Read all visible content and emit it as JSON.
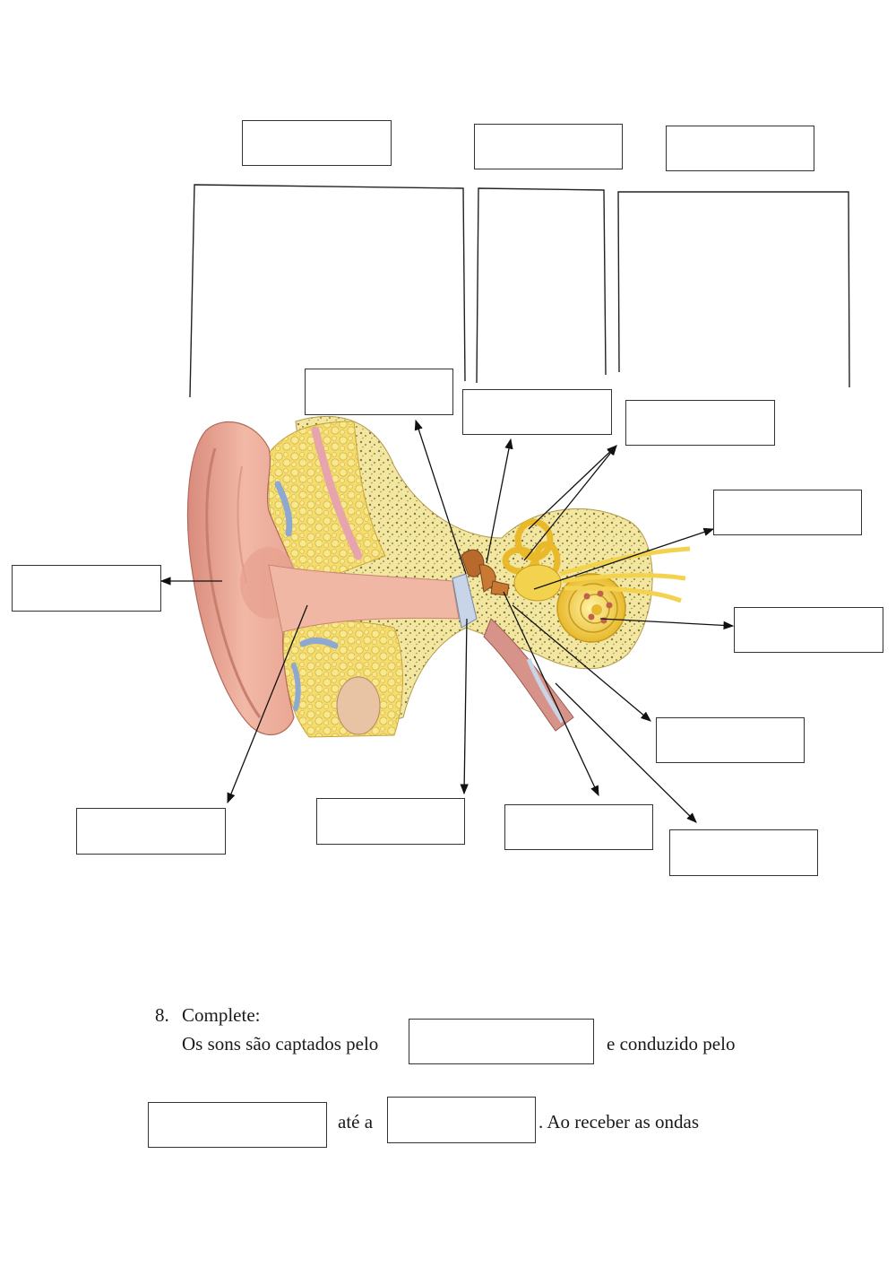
{
  "question": {
    "number": "8.",
    "title": "Complete:",
    "line1_before": "Os sons são captados pelo",
    "line1_after": "e conduzido pelo",
    "line2_middle": "até a",
    "line2_after": ". Ao receber as ondas"
  },
  "answer_fields": {
    "region_outer": "",
    "region_middle": "",
    "region_inner": "",
    "tympanic_membrane": "",
    "ossicles": "",
    "semicircular_canals": "",
    "vestibular_nerve": "",
    "pinna": "",
    "cochlea": "",
    "ear_canal": "",
    "oval_window": "",
    "stapes_region": "",
    "round_window": "",
    "eustachian_tube": "",
    "q_blank_1": "",
    "q_blank_2": "",
    "q_blank_3": ""
  }
}
